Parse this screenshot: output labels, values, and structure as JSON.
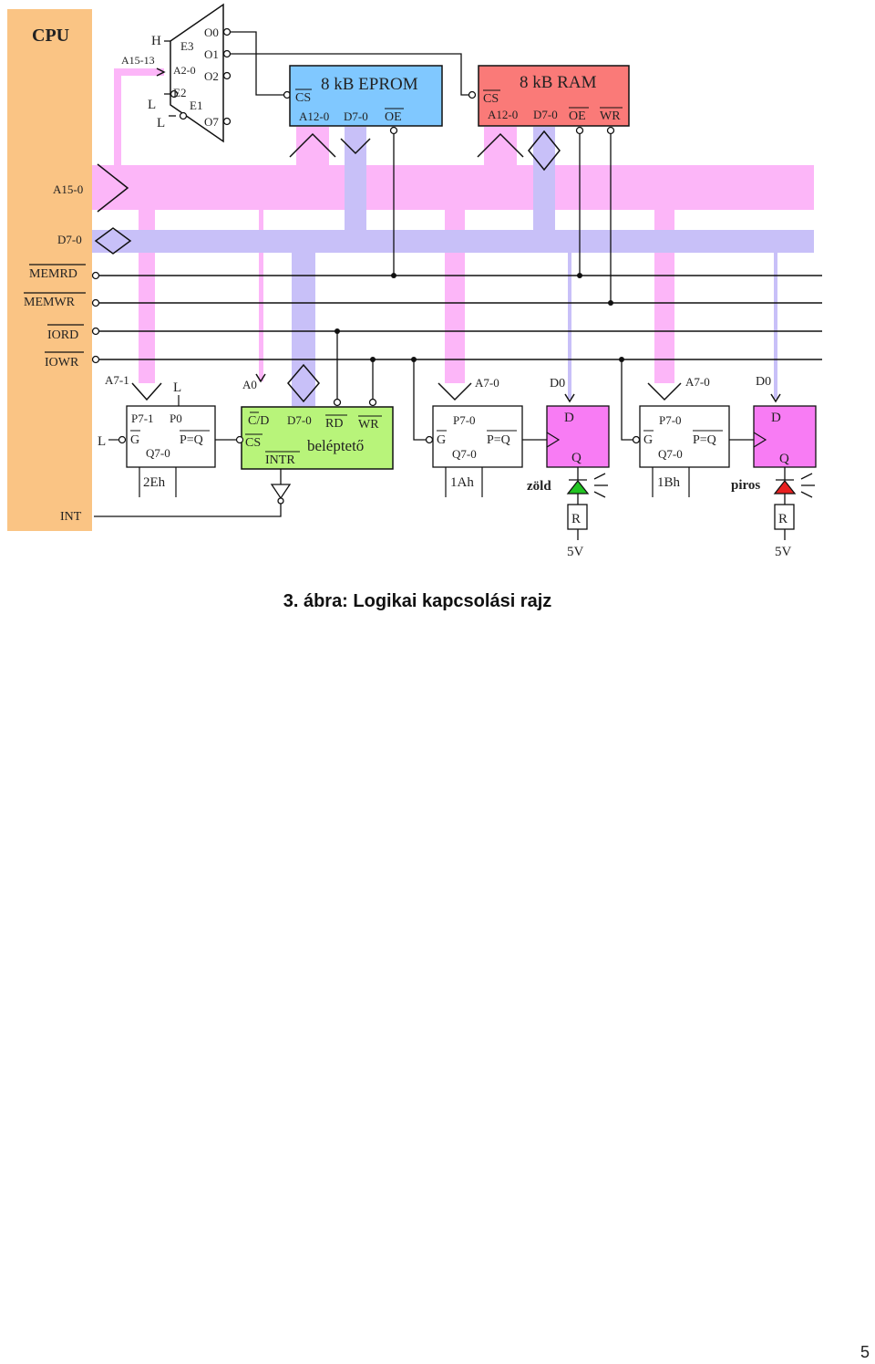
{
  "colors": {
    "cpu": "#fac484",
    "addr_bus": "#fcb6f8",
    "data_bus": "#c8c0f8",
    "eprom": "#80c8ff",
    "ram": "#fa7a78",
    "ctrl": "#b8f47a",
    "flipflop": "#f87cf4",
    "led_green": "#22c422",
    "led_red": "#e82020"
  },
  "cpu": {
    "title": "CPU",
    "signals": {
      "a15_13": "A15-13",
      "a15_0": "A15-0",
      "d7_0": "D7-0",
      "memrd": "MEMRD",
      "memwr": "MEMWR",
      "iord": "IORD",
      "iowr": "IOWR",
      "int": "INT"
    }
  },
  "decoder": {
    "h": "H",
    "e3": "E3",
    "a2_0": "A2-0",
    "e2": "E2",
    "e1": "E1",
    "l1": "L",
    "l2": "L",
    "o0": "O0",
    "o1": "O1",
    "o2": "O2",
    "o7": "O7"
  },
  "eprom": {
    "title": "8 kB EPROM",
    "cs": "CS",
    "a": "A12-0",
    "d": "D7-0",
    "oe": "OE"
  },
  "ram": {
    "title": "8 kB RAM",
    "cs": "CS",
    "a": "A12-0",
    "d": "D7-0",
    "oe": "OE",
    "wr": "WR"
  },
  "comp_2eh": {
    "a_label": "A7-1",
    "l_top": "L",
    "l_left": "L",
    "p": "P7-1",
    "p0": "P0",
    "g": "G",
    "peq": "P=Q",
    "q": "Q7-0",
    "name": "2Eh"
  },
  "beleptető": {
    "a0": "A0",
    "cd": "C/D",
    "d": "D7-0",
    "rd": "RD",
    "wr": "WR",
    "cs": "CS",
    "title": "beléptető",
    "intr": "INTR"
  },
  "comp_1ah": {
    "a_label": "A7-0",
    "p": "P7-0",
    "g": "G",
    "peq": "P=Q",
    "q": "Q7-0",
    "name": "1Ah"
  },
  "ff_green": {
    "d0": "D0",
    "d": "D",
    "q": "Q",
    "led": "zöld",
    "r": "R",
    "vcc": "5V"
  },
  "comp_1bh": {
    "a_label": "A7-0",
    "p": "P7-0",
    "g": "G",
    "peq": "P=Q",
    "q": "Q7-0",
    "name": "1Bh"
  },
  "ff_red": {
    "d0": "D0",
    "d": "D",
    "q": "Q",
    "led": "piros",
    "r": "R",
    "vcc": "5V"
  },
  "caption": "3. ábra: Logikai kapcsolási rajz",
  "page_number": "5"
}
